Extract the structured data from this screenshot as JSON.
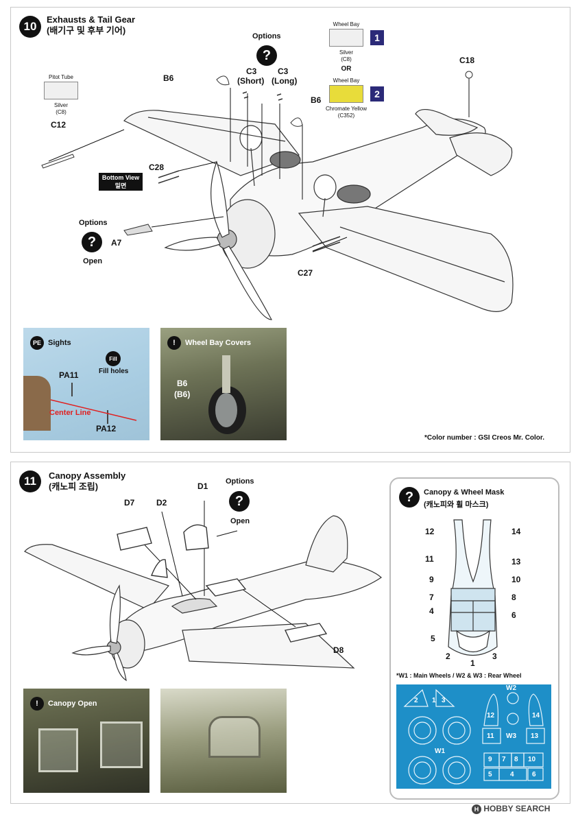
{
  "step10": {
    "number": "10",
    "title": "Exhausts & Tail Gear",
    "title_kr": "(배기구 및 후부 기어)",
    "parts": [
      "B6",
      "B6",
      "C3",
      "C3",
      "C12",
      "C18",
      "C27",
      "C28",
      "A7"
    ],
    "labels": {
      "c3_short": "(Short)",
      "c3_long": "(Long)",
      "options_top": "Options",
      "options_left": "Options",
      "open_left": "Open",
      "bottom_view": "Bottom View",
      "bottom_view_kr": "밑면"
    },
    "pitot": {
      "name": "Pitot Tube",
      "color": "Silver",
      "code": "(C8)",
      "hex": "#f0f0f0"
    },
    "wheelbay1": {
      "name": "Wheel Bay",
      "color": "Silver",
      "code": "(C8)",
      "hex": "#f0f0f0",
      "badge": "1"
    },
    "or_text": "OR",
    "wheelbay2": {
      "name": "Wheel Bay",
      "color": "Chromate Yellow",
      "code": "(C352)",
      "hex": "#e8dc3a",
      "badge": "2"
    },
    "pe_photo": {
      "badge": "PE",
      "caption": "Sights",
      "fill_badge": "Fill",
      "fill_caption": "Fill holes",
      "part1": "PA11",
      "part2": "PA12",
      "center_line": "Center Line"
    },
    "bay_photo": {
      "badge": "!",
      "caption": "Wheel Bay Covers",
      "part": "B6",
      "part_paren": "(B6)"
    },
    "color_note": "*Color number : GSI Creos Mr. Color."
  },
  "step11": {
    "number": "11",
    "title": "Canopy Assembly",
    "title_kr": "(캐노피 조립)",
    "parts": {
      "d7": "D7",
      "d2": "D2",
      "d1": "D1",
      "d8": "D8"
    },
    "options": "Options",
    "open": "Open",
    "photo1": {
      "badge": "!",
      "caption": "Canopy Open"
    },
    "mask": {
      "title": "Canopy & Wheel Mask",
      "title_kr": "(캐노피와 휠 마스크)",
      "numbers": [
        "1",
        "2",
        "3",
        "4",
        "5",
        "6",
        "7",
        "8",
        "9",
        "10",
        "11",
        "12",
        "13",
        "14"
      ],
      "note": "*W1 : Main Wheels / W2 & W3 : Rear Wheel",
      "sheet": {
        "w1": "W1",
        "w2": "W2",
        "w3": "W3"
      },
      "sheet_color": "#1e8fc8"
    }
  },
  "watermark": "HOBBY SEARCH"
}
